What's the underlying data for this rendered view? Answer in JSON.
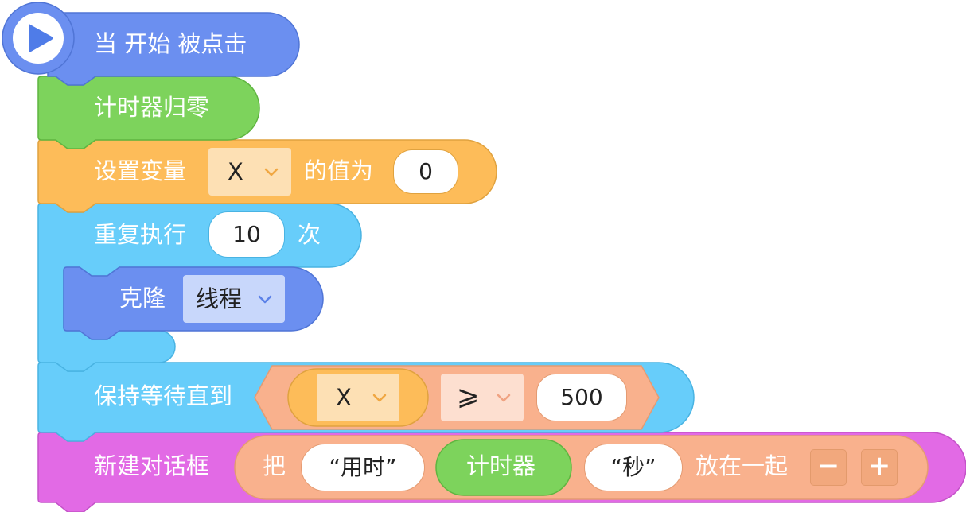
{
  "colors": {
    "events": "#6b8ff0",
    "timer": "#7dd35c",
    "variable": "#fdbc59",
    "control": "#67cdfa",
    "thread": "#6b8ff0",
    "dialog": "#e26ae5",
    "operator": "#f9b18d"
  },
  "blocks": {
    "hat": {
      "label": "当 开始 被点击",
      "icon": "play-icon"
    },
    "reset_timer": {
      "label": "计时器归零"
    },
    "set_variable": {
      "label": "设置变量",
      "variable": "X",
      "mid_label": "的值为",
      "value": "0"
    },
    "repeat": {
      "label": "重复执行",
      "count": "10",
      "suffix": "次"
    },
    "clone": {
      "label": "克隆",
      "target": "线程"
    },
    "wait_until": {
      "label": "保持等待直到",
      "left_var": "X",
      "operator": "⩾",
      "right_value": "500"
    },
    "dialog": {
      "label": "新建对话框",
      "join_label": "把",
      "item1": "“用时”",
      "item2": "计时器",
      "item3": "“秒”",
      "join_suffix": "放在一起",
      "minus": "−",
      "plus": "+"
    }
  }
}
